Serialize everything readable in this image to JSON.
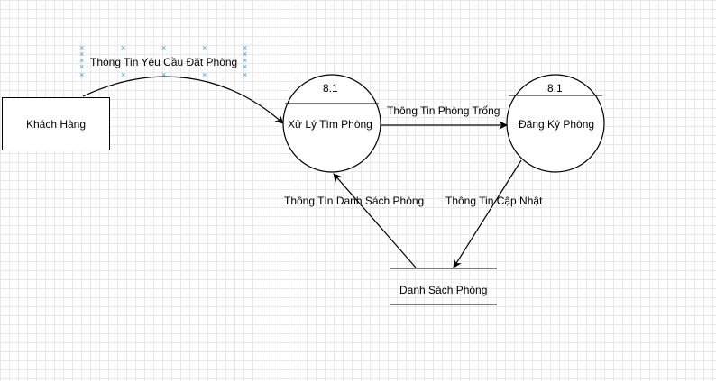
{
  "diagram": {
    "external_entity": {
      "label": "Khách Hàng"
    },
    "processes": [
      {
        "id": "8.1",
        "label": "Xử Lý Tìm Phòng"
      },
      {
        "id": "8.1",
        "label": "Đăng Ký Phòng"
      }
    ],
    "data_store": {
      "label": "Danh Sách Phòng"
    },
    "flows": [
      {
        "label": "Thông Tin Yêu Cầu Đặt Phòng"
      },
      {
        "label": "Thông Tin Phòng Trống"
      },
      {
        "label": "Thông Tin Cập Nhật"
      },
      {
        "label": "Thông TIn Danh Sách Phòng"
      }
    ],
    "colors": {
      "stroke": "#000000",
      "grid": "#e8e8e8",
      "selection": "#29a4e6"
    }
  }
}
